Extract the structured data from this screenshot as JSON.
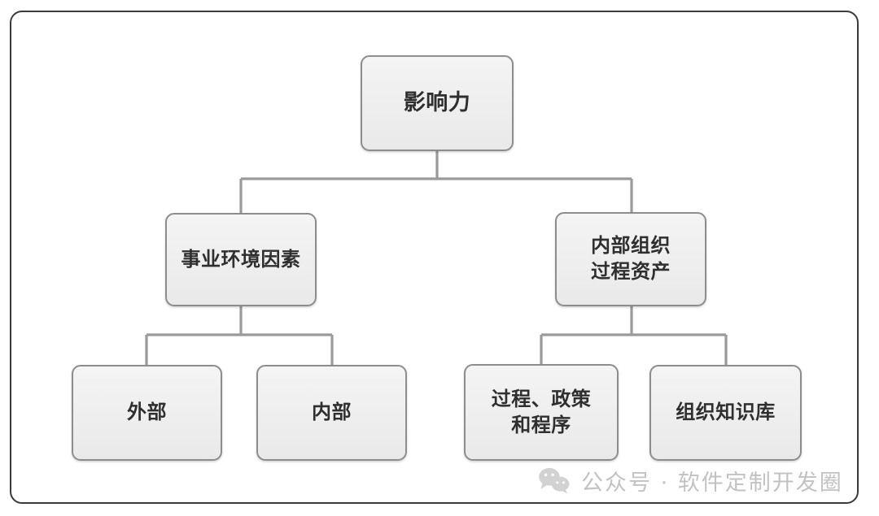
{
  "diagram": {
    "title_root": "影响力",
    "nodes": [
      {
        "id": "root",
        "label": "影响力",
        "level": 1
      },
      {
        "id": "mid-left",
        "label": "事业环境因素",
        "level": 2
      },
      {
        "id": "mid-right",
        "label": "内部组织\n过程资产",
        "level": 2
      },
      {
        "id": "leaf-1",
        "label": "外部",
        "level": 3
      },
      {
        "id": "leaf-2",
        "label": "内部",
        "level": 3
      },
      {
        "id": "leaf-3",
        "label": "过程、政策\n和程序",
        "level": 3
      },
      {
        "id": "leaf-4",
        "label": "组织知识库",
        "level": 3
      }
    ],
    "edges": [
      {
        "from": "root",
        "to": "mid-left"
      },
      {
        "from": "root",
        "to": "mid-right"
      },
      {
        "from": "mid-left",
        "to": "leaf-1"
      },
      {
        "from": "mid-left",
        "to": "leaf-2"
      },
      {
        "from": "mid-right",
        "to": "leaf-3"
      },
      {
        "from": "mid-right",
        "to": "leaf-4"
      }
    ],
    "colors": {
      "frame_border": "#3a3a3a",
      "node_fill": "#f0f0f0",
      "node_border": "#8d8d8d",
      "node_text": "#2f2f2f",
      "connector": "#9a9a9a",
      "watermark_text": "#c2c2c2",
      "background": "#ffffff"
    }
  },
  "watermark": {
    "icon": "wechat-icon",
    "text": "公众号 · 软件定制开发圈"
  }
}
